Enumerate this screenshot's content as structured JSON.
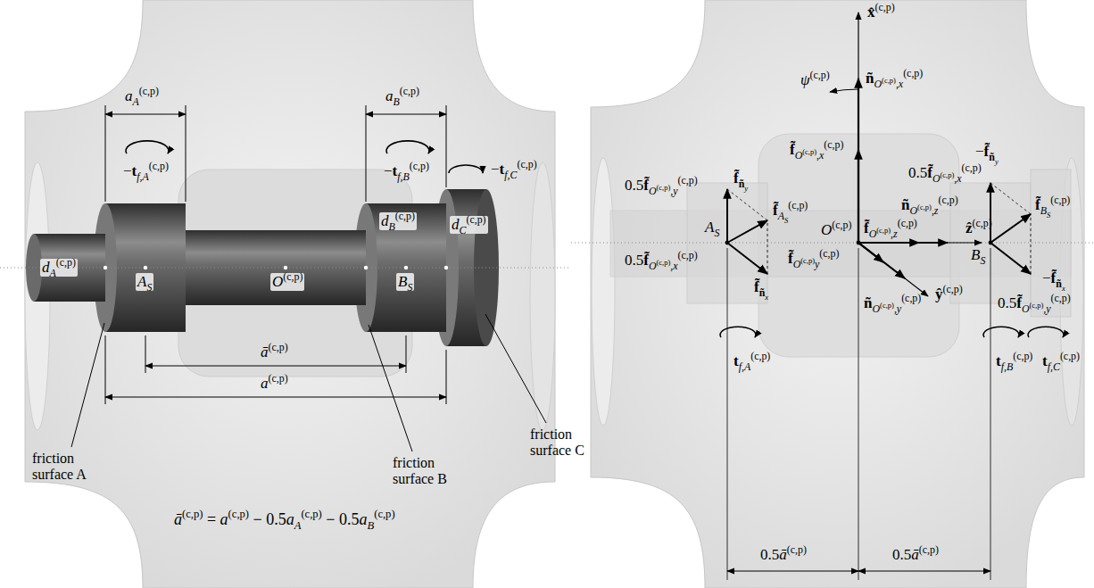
{
  "diagram": {
    "labels": [
      "aA(c,p)",
      "aB(c,p)",
      "−tf,A(c,p)",
      "−tf,B(c,p)",
      "−tf,C(c,p)",
      "dA(c,p)",
      "dB(c,p)",
      "dC(c,p)",
      "AS",
      "O(c,p)",
      "BS",
      "ā(c,p)",
      "a(c,p)",
      "friction surface A",
      "friction surface B",
      "friction surface C",
      "ā(c,p) = a(c,p) − 0.5aA(c,p) − 0.5aB(c,p)",
      "x̂(c,p)",
      "ψ(c,p)",
      "ñO(c,p),x(c,p)",
      "f̃O(c,p),x(c,p)",
      "O(c,p)",
      "f̃O(c,p),z(c,p)",
      "ñO(c,p),z(c,p)",
      "ẑ(c,p)",
      "f̃O(c,p)y(c,p)",
      "ñO(c,p),y(c,p)",
      "ŷ(c,p)",
      "0.5f̃O(c,p),y(c,p)",
      "f̃ñy",
      "AS",
      "0.5f̃O(c,p),x(c,p)",
      "f̃AS(c,p)",
      "f̃ñx",
      "tf,A(c,p)",
      "−f̃ñy",
      "f̃BS(c,p)",
      "0.5f̃O(c,p),x(c,p)",
      "BS",
      "−f̃ñx",
      "0.5f̃O(c,p),y(c,p)",
      "tf,B(c,p)",
      "tf,C(c,p)",
      "0.5ā(c,p)",
      "0.5ā(c,p)"
    ]
  }
}
